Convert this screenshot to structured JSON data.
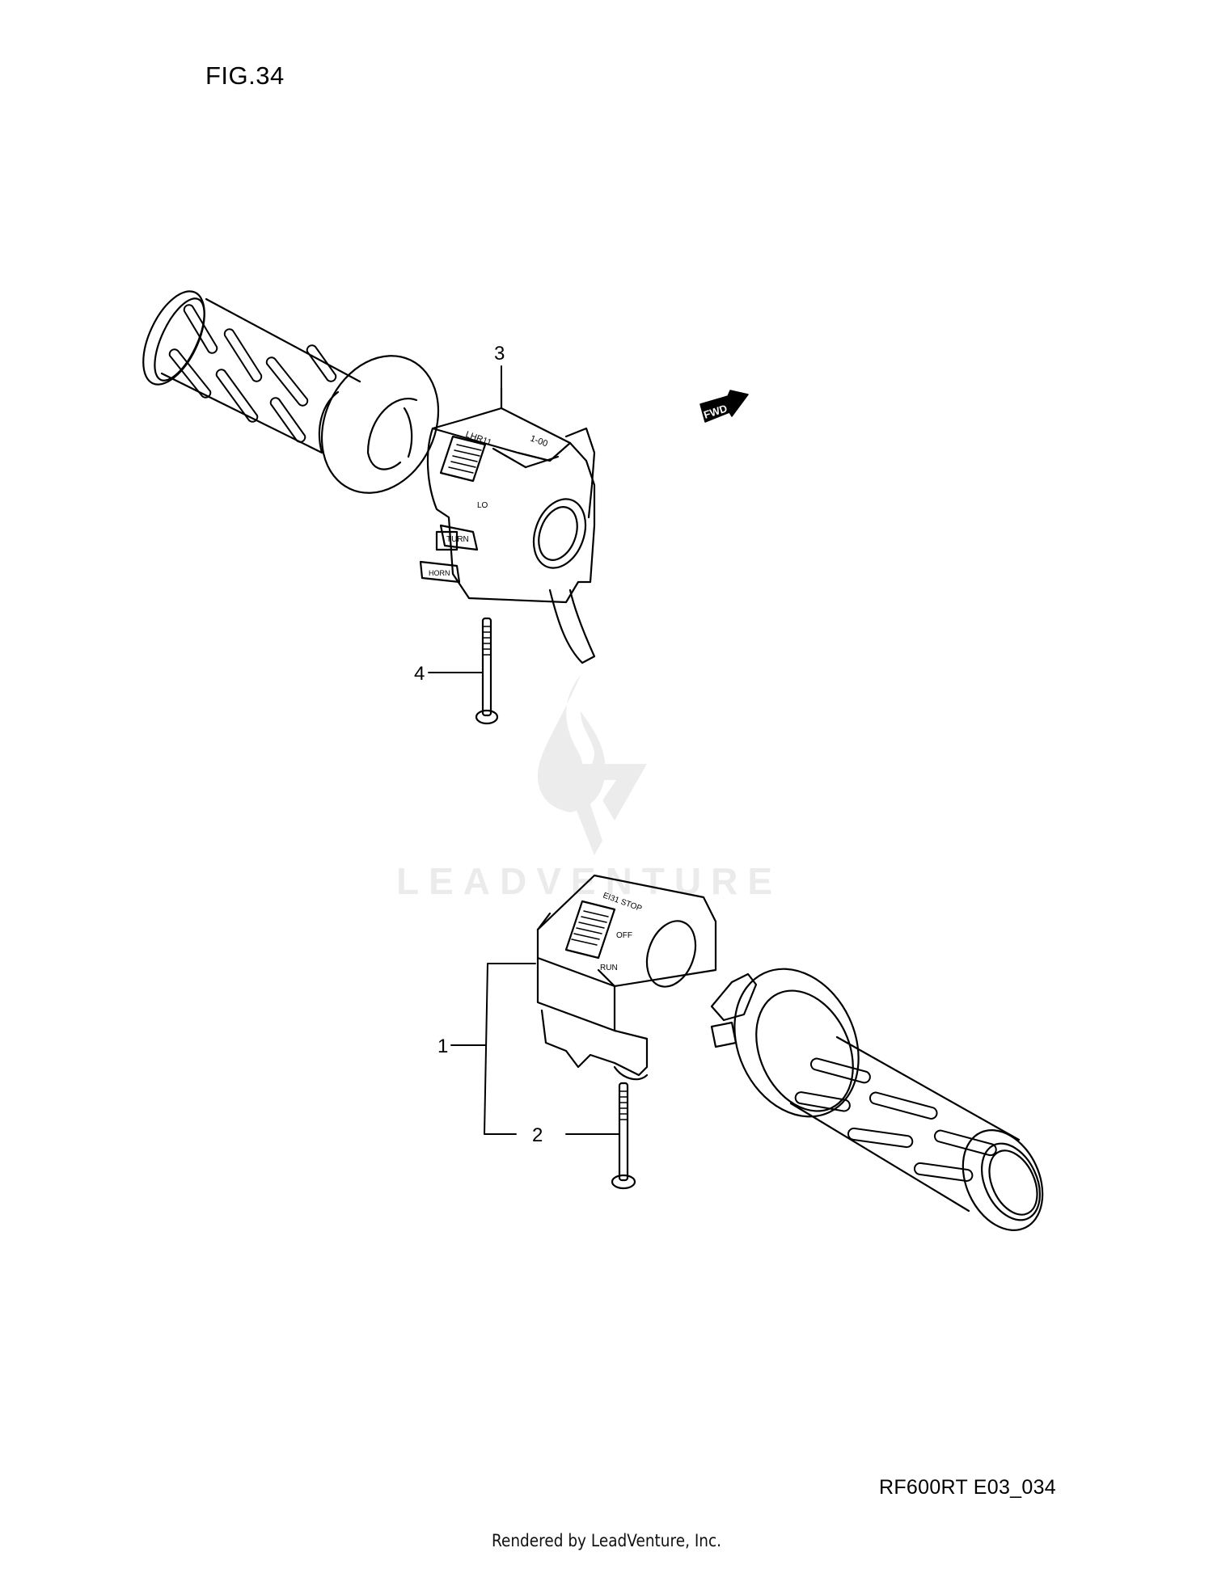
{
  "figure": {
    "title": "FIG.34",
    "code": "RF600RT E03_034"
  },
  "callouts": [
    {
      "number": "1",
      "part": "right-handlebar-switch-assembly"
    },
    {
      "number": "2",
      "part": "right-switch-screw"
    },
    {
      "number": "3",
      "part": "left-handlebar-switch-assembly"
    },
    {
      "number": "4",
      "part": "left-switch-screw"
    }
  ],
  "direction_marker": {
    "label": "FWD"
  },
  "watermark": {
    "text": "LEADVENTURE"
  },
  "footer": {
    "text": "Rendered by LeadVenture, Inc."
  },
  "colors": {
    "line": "#000000",
    "background": "#ffffff",
    "watermark": "#ebebeb"
  }
}
